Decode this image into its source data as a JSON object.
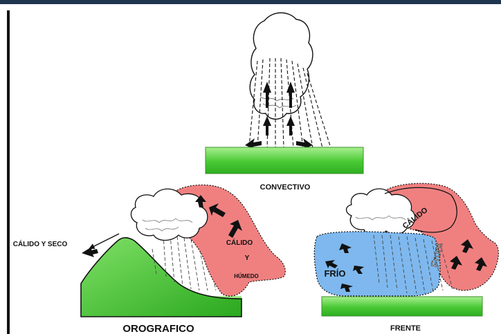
{
  "labels": {
    "convectivo": "CONVECTIVO",
    "orografico": "OROGRAFICO",
    "frente": "FRENTE",
    "calido_y_seco": "CÁLIDO Y SECO",
    "calido_orografico": "CÁLIDO",
    "y": "Y",
    "humedo": "HÚMEDO",
    "calido_frente": "CÁLIDO",
    "frio": "FRÍO",
    "front_word": "Front"
  },
  "colors": {
    "warm_air": "#f08080",
    "cold_air": "#7eb8ee",
    "ground_green": "#5fd24a",
    "border_top": "#1f3550"
  }
}
